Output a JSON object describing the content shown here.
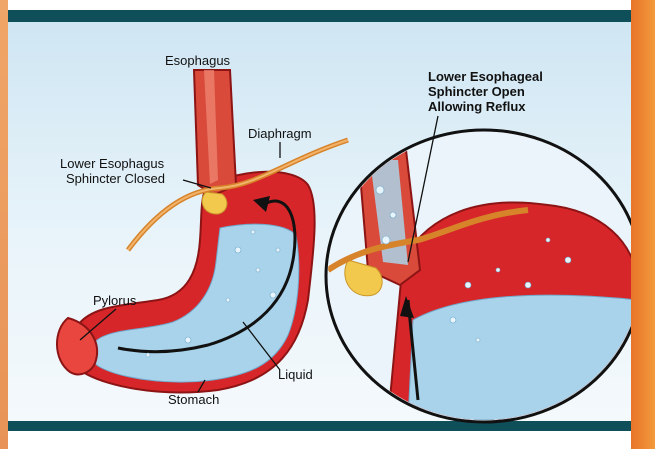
{
  "labels": {
    "esophagus": "Esophagus",
    "diaphragm": "Diaphragm",
    "les_closed_line1": "Lower Esophagus",
    "les_closed_line2": "Sphincter Closed",
    "pylorus": "Pylorus",
    "liquid": "Liquid",
    "stomach": "Stomach",
    "les_open_line1": "Lower Esophageal",
    "les_open_line2": "Sphincter Open",
    "les_open_line3": "Allowing Reflux"
  },
  "colors": {
    "frame_orange": "#f0873a",
    "bar_teal": "#0f4f5a",
    "tissue_red": "#d7262a",
    "liquid_blue": "#a9d3ea",
    "fat_yellow": "#f2c94c"
  }
}
